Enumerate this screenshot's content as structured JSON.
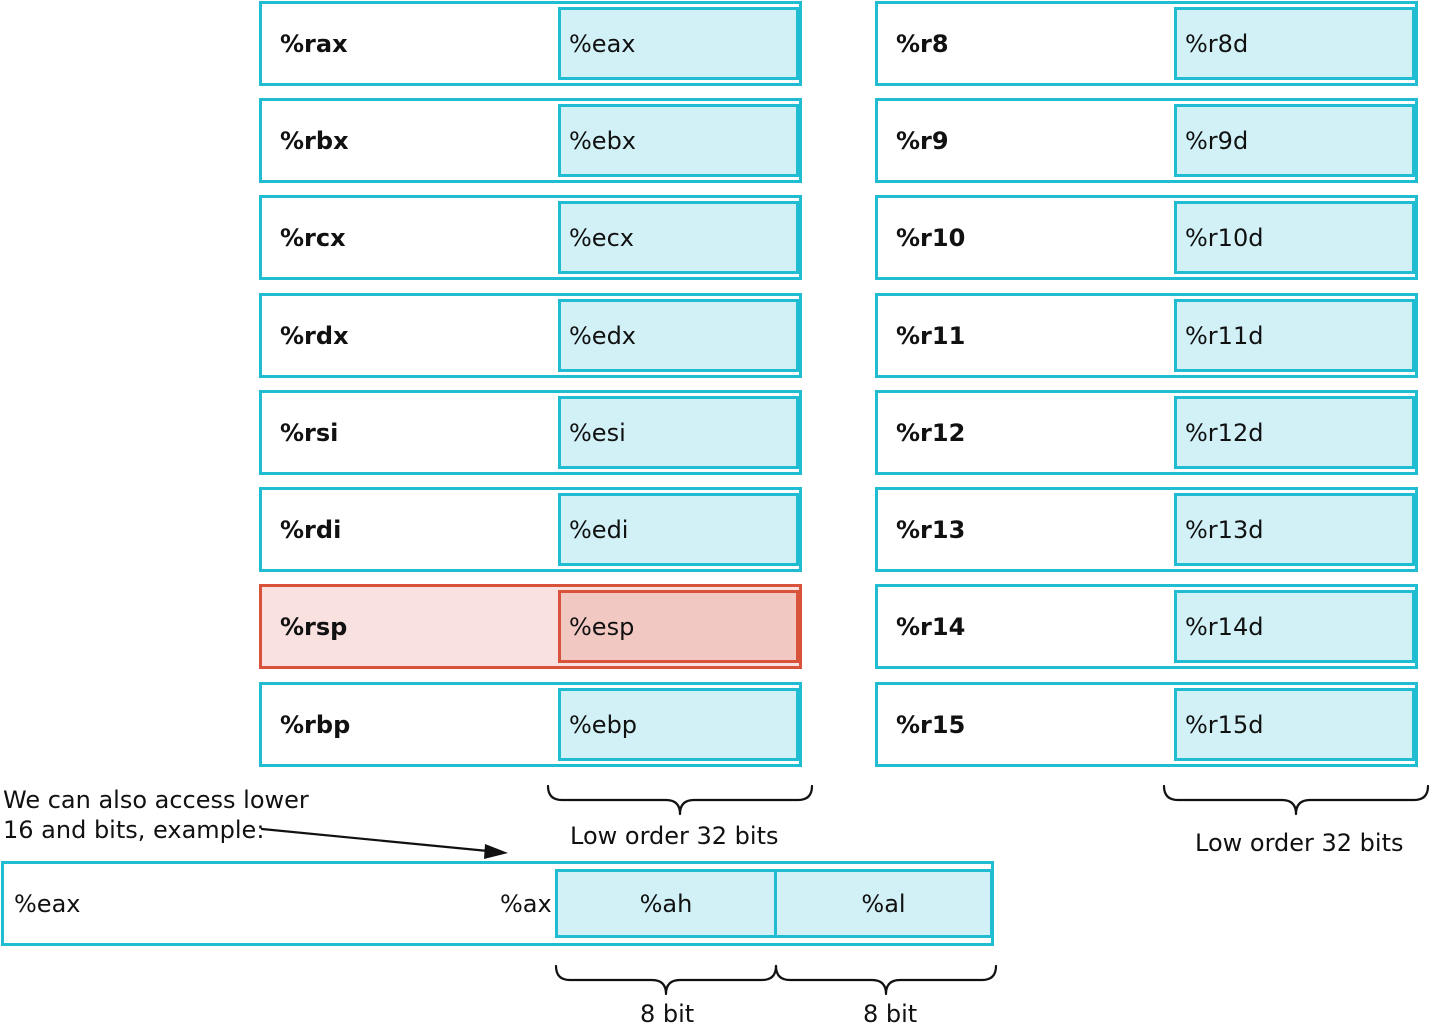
{
  "registers_left": [
    {
      "full": "%rax",
      "low": "%eax"
    },
    {
      "full": "%rbx",
      "low": "%ebx"
    },
    {
      "full": "%rcx",
      "low": "%ecx"
    },
    {
      "full": "%rdx",
      "low": "%edx"
    },
    {
      "full": "%rsi",
      "low": "%esi"
    },
    {
      "full": "%rdi",
      "low": "%edi"
    },
    {
      "full": "%rsp",
      "low": "%esp",
      "highlight": "#d8523c"
    },
    {
      "full": "%rbp",
      "low": "%ebp"
    }
  ],
  "registers_right": [
    {
      "full": "%r8",
      "low": "%r8d"
    },
    {
      "full": "%r9",
      "low": "%r9d"
    },
    {
      "full": "%r10",
      "low": "%r10d"
    },
    {
      "full": "%r11",
      "low": "%r11d"
    },
    {
      "full": "%r12",
      "low": "%r12d"
    },
    {
      "full": "%r13",
      "low": "%r13d"
    },
    {
      "full": "%r14",
      "low": "%r14d"
    },
    {
      "full": "%r15",
      "low": "%r15d"
    }
  ],
  "captions": {
    "left_low_bits": "Low order 32 bits",
    "right_low_bits": "Low order 32 bits"
  },
  "note": {
    "line1": "We can also access lower",
    "line2": "16 and bits, example:"
  },
  "breakdown": {
    "eax": "%eax",
    "ax": "%ax",
    "ah": "%ah",
    "al": "%al",
    "ah_bits": "8 bit",
    "al_bits": "8 bit"
  },
  "colors": {
    "accent": "#1fbcd2",
    "fill": "#d1f1f7",
    "highlight": "#d8523c",
    "highlight_fill": "#f8e1df"
  }
}
